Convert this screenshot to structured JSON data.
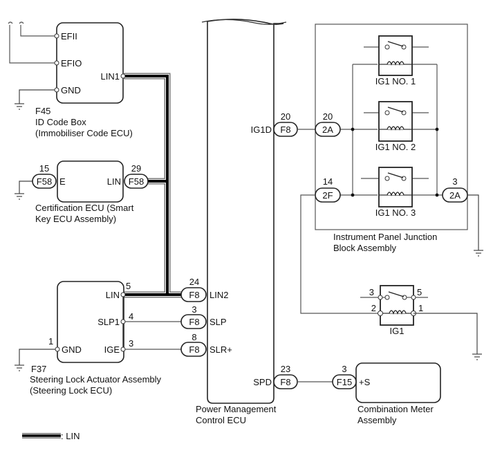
{
  "diagram": {
    "components": {
      "id_code_box": {
        "code": "F45",
        "name_line1": "ID Code Box",
        "name_line2": "(Immobiliser Code ECU)",
        "pins": {
          "efii": "EFII",
          "efio": "EFIO",
          "gnd": "GND",
          "lin1": "LIN1"
        }
      },
      "certification_ecu": {
        "name_line1": "Certification ECU (Smart",
        "name_line2": "Key ECU Assembly)",
        "pins": {
          "e": "E",
          "lin": "LIN"
        },
        "connectors": {
          "e": {
            "id": "F58",
            "pin": "15"
          },
          "lin": {
            "id": "F58",
            "pin": "29"
          }
        }
      },
      "steering_lock": {
        "code": "F37",
        "name_line1": "Steering Lock Actuator Assembly",
        "name_line2": "(Steering Lock ECU)",
        "pins": {
          "lin": {
            "label": "LIN",
            "num": "5"
          },
          "slp1": {
            "label": "SLP1",
            "num": "4"
          },
          "ige": {
            "label": "IGE",
            "num": "3"
          },
          "gnd": {
            "label": "GND",
            "num": "1"
          }
        }
      },
      "power_mgmt_ecu": {
        "name_line1": "Power Management",
        "name_line2": "Control ECU",
        "pins": {
          "ig1d": {
            "label": "IG1D",
            "conn": "F8",
            "num": "20"
          },
          "lin2": {
            "label": "LIN2",
            "conn": "F8",
            "num": "24"
          },
          "slp": {
            "label": "SLP",
            "conn": "F8",
            "num": "3"
          },
          "slr": {
            "label": "SLR+",
            "conn": "F8",
            "num": "8"
          },
          "spd": {
            "label": "SPD",
            "conn": "F8",
            "num": "23"
          }
        }
      },
      "junction_block": {
        "name_line1": "Instrument Panel Junction",
        "name_line2": "Block Assembly",
        "connectors": {
          "in_2a": {
            "id": "2A",
            "pin": "20"
          },
          "in_2f": {
            "id": "2F",
            "pin": "14"
          },
          "out_2a": {
            "id": "2A",
            "pin": "3"
          }
        },
        "relays": [
          "IG1 NO. 1",
          "IG1 NO. 2",
          "IG1 NO. 3"
        ]
      },
      "ig1_relay": {
        "name": "IG1",
        "pins": {
          "p3": "3",
          "p5": "5",
          "p2": "2",
          "p1": "1"
        }
      },
      "combination_meter": {
        "name_line1": "Combination Meter",
        "name_line2": "Assembly",
        "pin": "+S",
        "connector": {
          "id": "F15",
          "pin": "3"
        }
      }
    },
    "legend": {
      "lin_label": ": LIN"
    }
  }
}
